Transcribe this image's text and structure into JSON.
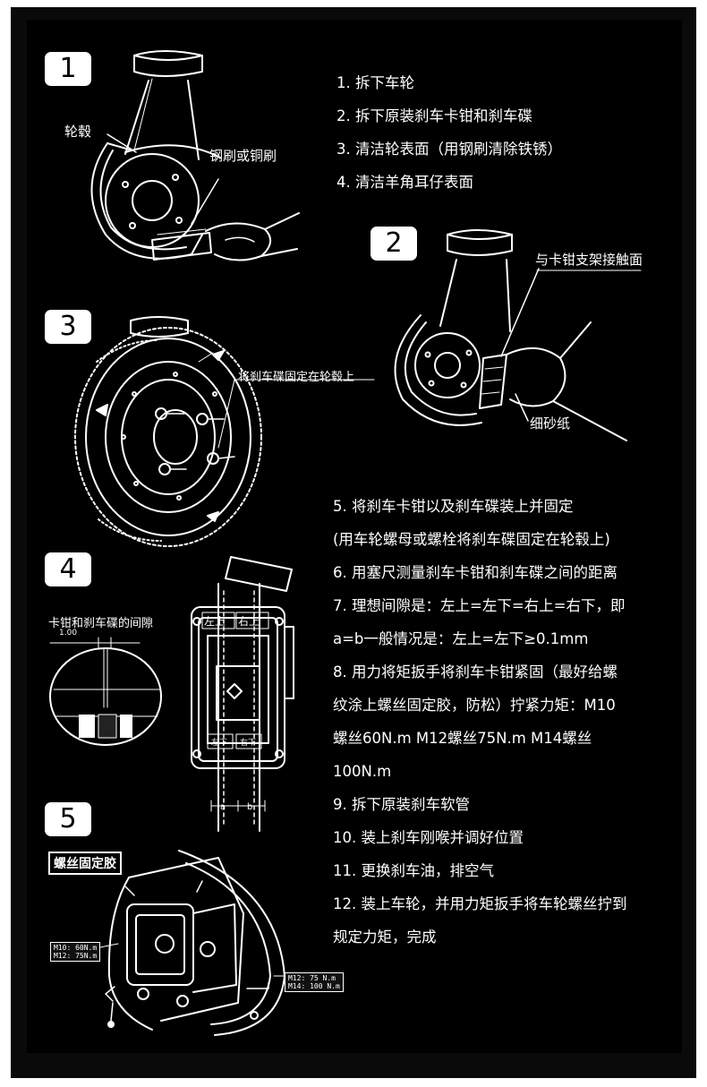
{
  "badges": {
    "b1": "1",
    "b2": "2",
    "b3": "3",
    "b4": "4",
    "b5": "5"
  },
  "fig1": {
    "hub_label": "轮毂",
    "brush_label": "钢刷或铜刷"
  },
  "fig2": {
    "contact_label": "与卡钳支架接触面",
    "sandpaper_label": "细砂纸"
  },
  "fig3": {
    "fix_label": "将刹车碟固定在轮毂上"
  },
  "fig4": {
    "gap_label": "卡钳和刹车碟的间隙",
    "gauge_value": "1.00",
    "upper_left": "左上",
    "upper_right": "右上",
    "lower_left": "左下",
    "lower_right": "右下",
    "a": "a",
    "b": "b"
  },
  "fig5": {
    "title": "螺丝固定胶",
    "torque_left_1": "M10: 60N.m",
    "torque_left_2": "M12: 75N.m",
    "torque_right_1": "M12: 75 N.m",
    "torque_right_2": "M14: 100 N.m"
  },
  "steps_top": [
    "1.  拆下车轮",
    "2.  拆下原装刹车卡钳和刹车碟",
    "3.  清洁轮表面（用钢刷清除铁锈）",
    "4.  清洁羊角耳仔表面"
  ],
  "steps_bottom": [
    "5. 将刹车卡钳以及刹车碟装上并固定",
    "(用车轮螺母或螺栓将刹车碟固定在轮毂上)",
    "6.  用塞尺测量刹车卡钳和刹车碟之间的距离",
    "7.  理想间隙是：左上=左下=右上=右下，即",
    "a=b一般情况是：左上=左下≥0.1mm",
    "8.  用力将矩扳手将刹车卡钳紧固（最好给螺",
    "纹涂上螺丝固定胶，防松）拧紧力矩：M10",
    "螺丝60N.m   M12螺丝75N.m   M14螺丝",
    "100N.m",
    "9.  拆下原装刹车软管",
    "10. 装上刹车刚喉并调好位置",
    "11. 更换刹车油，排空气",
    "12. 装上车轮，并用力矩扳手将车轮螺丝拧到",
    "规定力矩，完成"
  ]
}
